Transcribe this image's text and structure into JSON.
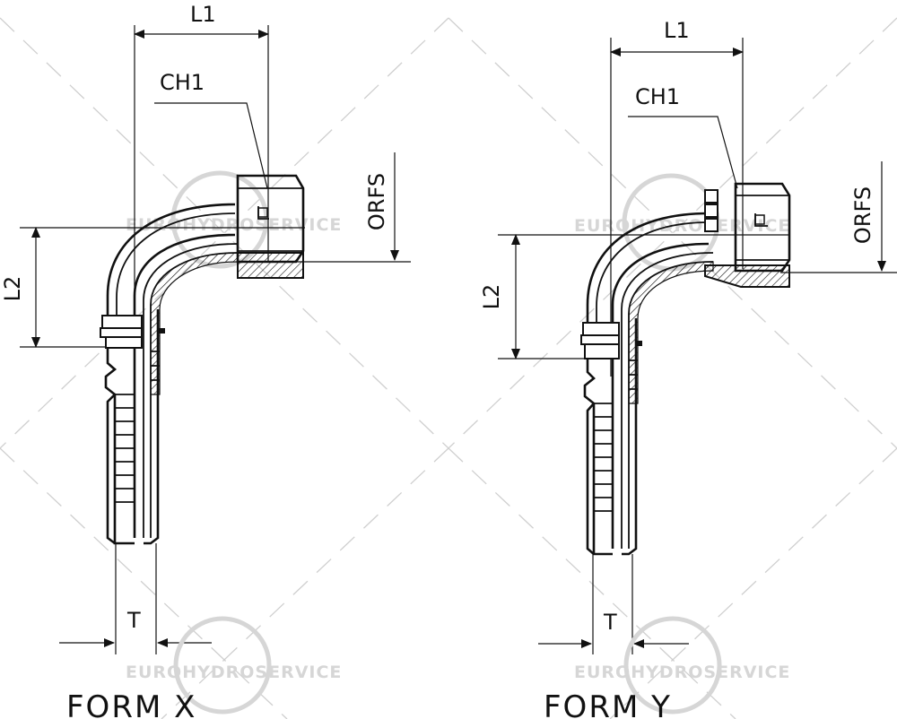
{
  "watermark": {
    "text": "EUROHYDROSERVICE",
    "color": "#d6d6d6"
  },
  "drawings": [
    {
      "id": "form-x",
      "title": "FORM X",
      "dimensions": {
        "length_1": "L1",
        "length_2": "L2",
        "hex_size": "CH1",
        "thread": "ORFS",
        "tube_dim": "T"
      }
    },
    {
      "id": "form-y",
      "title": "FORM Y",
      "dimensions": {
        "length_1": "L1",
        "length_2": "L2",
        "hex_size": "CH1",
        "thread": "ORFS",
        "tube_dim": "T"
      }
    }
  ],
  "colors": {
    "line": "#111111",
    "background": "#ffffff"
  }
}
